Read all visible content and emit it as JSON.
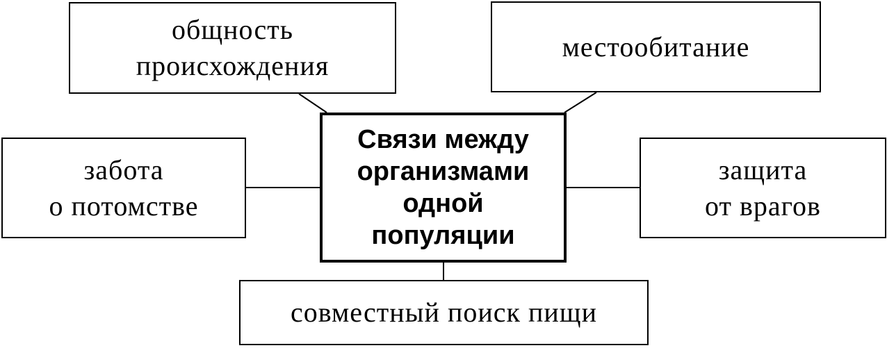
{
  "diagram": {
    "center": "Связи между\nорганизмами\nодной\nпопуляции",
    "top_left": "общность\nпроисхождения",
    "top_right": "местообитание",
    "left": "забота\nо потомстве",
    "right": "защита\nот врагов",
    "bottom": "совместный поиск пищи"
  }
}
